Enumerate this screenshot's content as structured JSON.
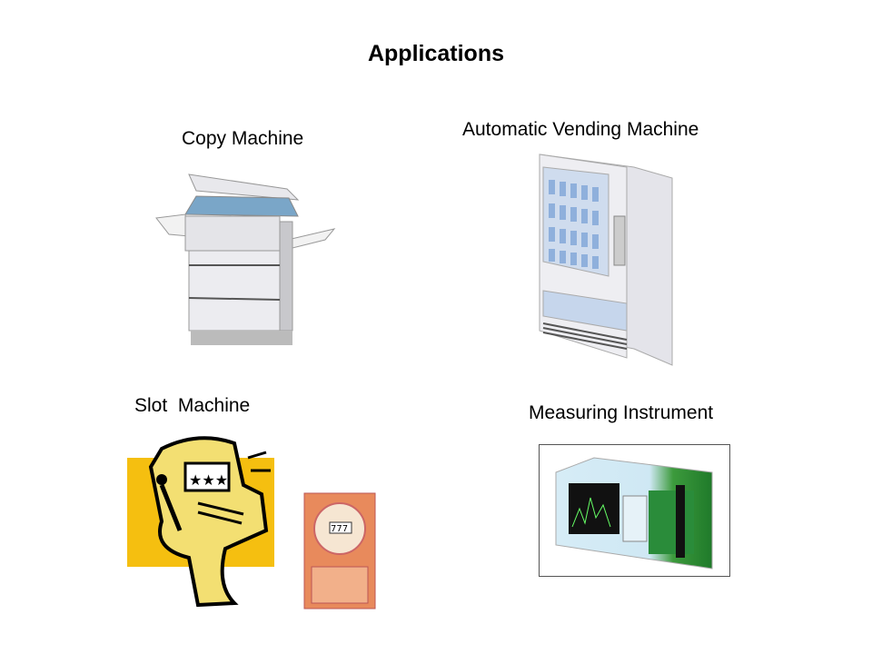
{
  "slide": {
    "title": "Applications",
    "items": [
      {
        "label": "Copy Machine",
        "image": "copy-machine"
      },
      {
        "label": "Automatic Vending Machine",
        "image": "vending-machine"
      },
      {
        "label": "Slot  Machine",
        "image": "slot-machine"
      },
      {
        "label": "Measuring Instrument",
        "image": "measuring-instrument"
      }
    ]
  }
}
